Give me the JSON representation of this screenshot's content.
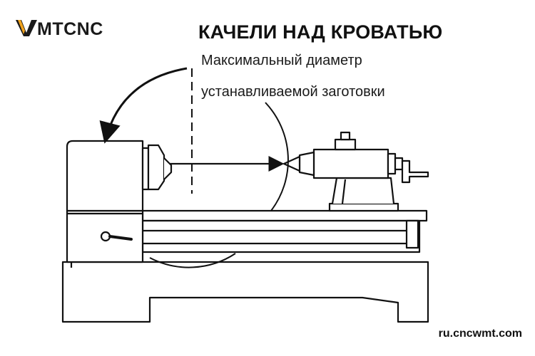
{
  "brand": {
    "logo_text": "VMTCNC",
    "logo_color": "#f0a21c",
    "logo_dark": "#1a1a1a"
  },
  "title": "КАЧЕЛИ НАД КРОВАТЬЮ",
  "caption": {
    "line1": "Максимальный диаметр",
    "line2": "устанавливаемой заготовки"
  },
  "website": "ru.cncwmt.com",
  "icons": {
    "logo": "vmtcnc-logo-icon",
    "lathe": "lathe-icon"
  }
}
